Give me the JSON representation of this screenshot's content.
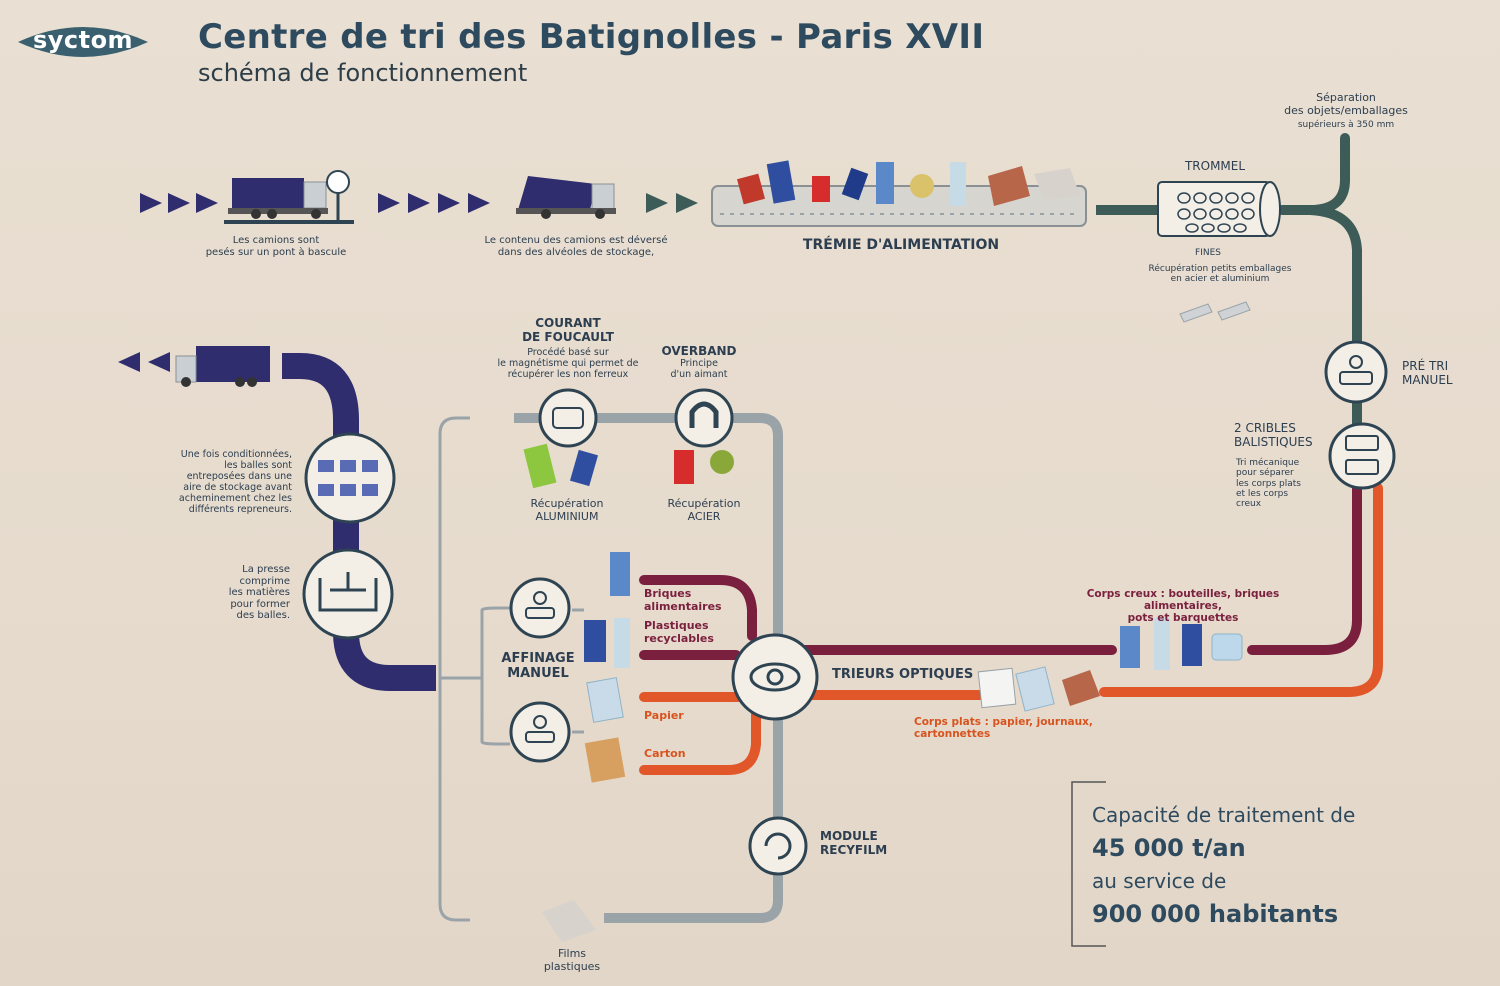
{
  "header": {
    "logo": "syctom",
    "title": "Centre de tri des Batignolles - Paris XVII",
    "subtitle": "schéma de fonctionnement"
  },
  "steps": {
    "weigh": "Les camions sont\npesés sur un pont à bascule",
    "unload": "Le contenu des camions est déversé\ndans des alvéoles de stockage,",
    "hopper": "TRÉMIE D'ALIMENTATION",
    "trommel": "TROMMEL",
    "fines_title": "FINES",
    "fines_text": "Récupération petits emballages\nen acier et aluminium",
    "separation": "Séparation\ndes objets/emballages",
    "separation_small": "supérieurs à 350 mm",
    "pretri": "PRÉ TRI\nMANUEL",
    "cribles_title": "2 CRIBLES\nBALISTIQUES",
    "cribles_text": "Tri mécanique\npour séparer\nles corps plats\net les corps\ncreux",
    "corps_creux": "Corps creux : bouteilles, briques alimentaires,\npots et barquettes",
    "corps_plats": "Corps plats : papier, journaux, cartonnettes",
    "trieurs": "TRIEURS OPTIQUES",
    "foucault_title": "COURANT\nDE FOUCAULT",
    "foucault_text": "Procédé basé sur\nle magnétisme qui permet de\nrécupérer les non ferreux",
    "overband_title": "OVERBAND",
    "overband_text": "Principe\nd'un aimant",
    "alu": "Récupération\nALUMINIUM",
    "acier": "Récupération\nACIER",
    "briques": "Briques\nalimentaires",
    "plastiques": "Plastiques\nrecyclables",
    "papier": "Papier",
    "carton": "Carton",
    "affinage": "AFFINAGE\nMANUEL",
    "recyfilm": "MODULE\nRECYFILM",
    "films": "Films\nplastiques",
    "presse": "La presse\ncomprime\nles matières\npour former\ndes balles.",
    "stockage": "Une fois conditionnées,\nles balles sont\nentreposées dans une\naire de stockage avant\nacheminement chez les\ndifférents repreneurs."
  },
  "capacity": {
    "line1": "Capacité de traitement de",
    "line2": "45 000 t/an",
    "line3": "au service de",
    "line4": "900 000 habitants"
  },
  "colors": {
    "navy": "#2f2d6e",
    "teal": "#3d5c57",
    "maroon": "#7a1f3d",
    "orange": "#e1572a",
    "grey": "#9aa3a8",
    "circle_stroke": "#2e4452"
  },
  "icons": [
    "truck-scale-icon",
    "dump-truck-icon",
    "conveyor-icon",
    "trommel-icon",
    "hand-sort-icon",
    "ballistic-screen-icon",
    "eye-icon",
    "eddy-current-icon",
    "magnet-icon",
    "recycle-icon",
    "press-icon",
    "bales-icon",
    "lorry-icon"
  ]
}
